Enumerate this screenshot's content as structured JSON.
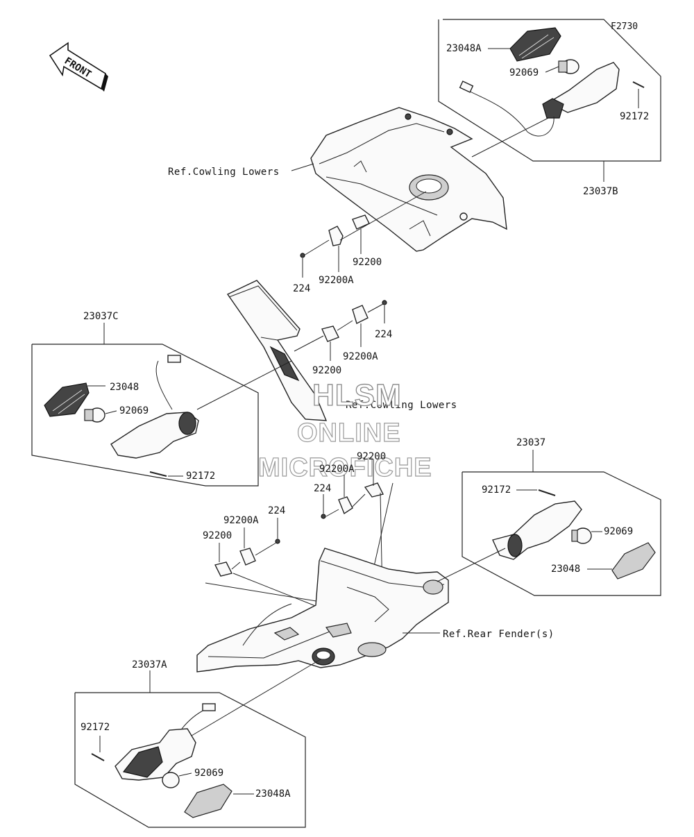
{
  "figure_code": "F2730",
  "front_label": "FRONT",
  "watermark": {
    "line1": "HLSM",
    "line2": "ONLINE",
    "line3": "MICROFICHE"
  },
  "refs": {
    "cowling_lowers_upper": "Ref.Cowling Lowers",
    "cowling_lowers_mid": "Ref.Cowling Lowers",
    "rear_fender": "Ref.Rear Fender(s)"
  },
  "assemblies": {
    "a23037B": "23037B",
    "a23037C": "23037C",
    "a23037": "23037",
    "a23037A": "23037A"
  },
  "labels": {
    "tr_lens": "23048A",
    "tr_bulb": "92069",
    "tr_screw": "92172",
    "top_bracket": "92200",
    "top_bracketA": "92200A",
    "top_screw": "224",
    "mid_screw": "224",
    "mid_bracketA": "92200A",
    "mid_bracket": "92200",
    "ml_lens": "23048",
    "ml_bulb": "92069",
    "ml_screw": "92172",
    "low_bracket_r": "92200",
    "low_bracketA_r": "92200A",
    "low_screw_r": "224",
    "low_screw_l": "224",
    "low_bracketA_l": "92200A",
    "low_bracket_l": "92200",
    "mr_screw": "92172",
    "mr_bulb": "92069",
    "mr_lens": "23048",
    "bl_screw": "92172",
    "bl_bulb": "92069",
    "bl_lens": "23048A"
  }
}
